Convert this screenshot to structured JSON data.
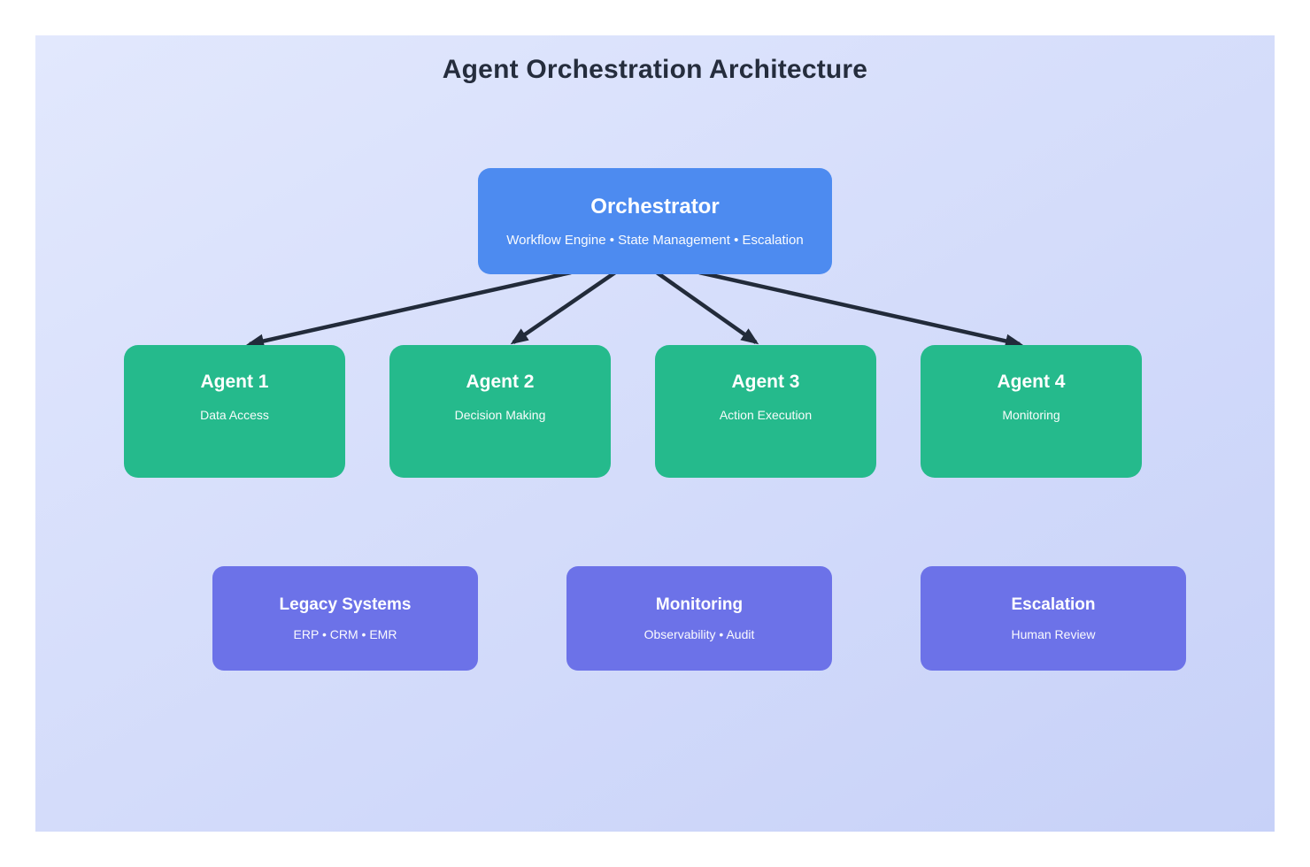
{
  "title": "Agent Orchestration Architecture",
  "orchestrator": {
    "title": "Orchestrator",
    "subtitle": "Workflow Engine • State Management • Escalation"
  },
  "agents": [
    {
      "title": "Agent 1",
      "subtitle": "Data Access"
    },
    {
      "title": "Agent 2",
      "subtitle": "Decision Making"
    },
    {
      "title": "Agent 3",
      "subtitle": "Action Execution"
    },
    {
      "title": "Agent 4",
      "subtitle": "Monitoring"
    }
  ],
  "systems": [
    {
      "title": "Legacy Systems",
      "subtitle": "ERP • CRM • EMR"
    },
    {
      "title": "Monitoring",
      "subtitle": "Observability • Audit"
    },
    {
      "title": "Escalation",
      "subtitle": "Human Review"
    }
  ],
  "colors": {
    "canvas_top": "#e2e8fd",
    "canvas_bottom": "#c7d1f8",
    "title_text": "#252d3d",
    "orchestrator_fill": "#4d8bf0",
    "agent_fill": "#25ba8c",
    "system_fill": "#6c72e8",
    "arrow": "#222b3a",
    "node_text": "#ffffff"
  }
}
